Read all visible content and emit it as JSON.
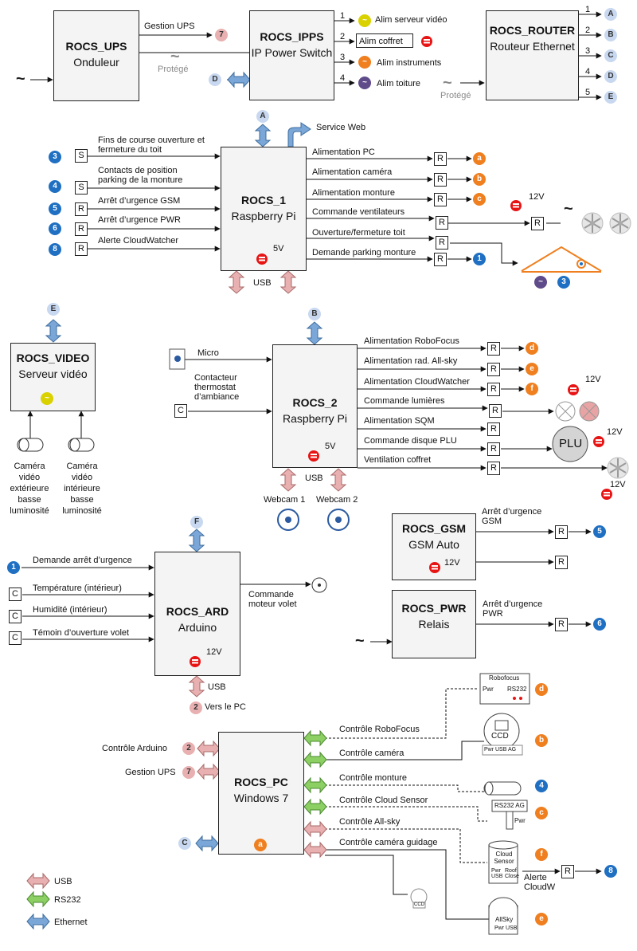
{
  "boxes": {
    "ups": {
      "title": "ROCS_UPS",
      "sub": "Onduleur"
    },
    "ipps": {
      "title": "ROCS_IPPS",
      "sub": "IP Power Switch"
    },
    "router": {
      "title": "ROCS_ROUTER",
      "sub": "Routeur Ethernet"
    },
    "rocs1": {
      "title": "ROCS_1",
      "sub": "Raspberry Pi"
    },
    "video": {
      "title": "ROCS_VIDEO",
      "sub": "Serveur vidéo"
    },
    "rocs2": {
      "title": "ROCS_2",
      "sub": "Raspberry Pi"
    },
    "gsm": {
      "title": "ROCS_GSM",
      "sub": "GSM Auto"
    },
    "pwr": {
      "title": "ROCS_PWR",
      "sub": "Relais"
    },
    "ard": {
      "title": "ROCS_ARD",
      "sub": "Arduino"
    },
    "pc": {
      "title": "ROCS_PC",
      "sub": "Windows 7"
    }
  },
  "ups": {
    "gestion": "Gestion UPS",
    "protege": "Protégé"
  },
  "ipps": {
    "outputs": [
      "Alim serveur vidéo",
      "Alim coffret",
      "Alim instruments",
      "Alim toiture"
    ],
    "numbers": [
      "1",
      "2",
      "3",
      "4"
    ]
  },
  "router": {
    "numbers": [
      "1",
      "2",
      "3",
      "4",
      "5"
    ],
    "ports": [
      "A",
      "B",
      "C",
      "D",
      "E"
    ],
    "protege": "Protégé"
  },
  "rocs1": {
    "service_web": "Service Web",
    "inputs": [
      "Fins de course ouverture et fermeture du toit",
      "Contacts de position parking de la monture",
      "Arrêt d’urgence GSM",
      "Arrêt d’urgence PWR",
      "Alerte CloudWatcher"
    ],
    "input_nums": [
      "3",
      "4",
      "5",
      "6",
      "8"
    ],
    "input_types": [
      "S",
      "S",
      "R",
      "R",
      "R"
    ],
    "outputs": [
      "Alimentation PC",
      "Alimentation caméra",
      "Alimentation monture",
      "Commande ventilateurs",
      "Ouverture/fermeture toit",
      "Demande parking monture"
    ],
    "out_badges": [
      "a",
      "b",
      "c",
      "1"
    ],
    "v5": "5V",
    "v12": "12V",
    "usb": "USB",
    "port": "A",
    "roof_num": "3"
  },
  "video": {
    "port": "E",
    "cam_ext": "Caméra vidéo extérieure basse luminosité",
    "cam_int": "Caméra vidéo intérieure basse luminosité"
  },
  "rocs2": {
    "port": "B",
    "micro": "Micro",
    "thermo": "Contacteur thermostat d’ambiance",
    "outputs": [
      "Alimentation RoboFocus",
      "Alimentation rad. All-sky",
      "Alimentation CloudWatcher",
      "Commande lumières",
      "Alimentation SQM",
      "Commande disque PLU",
      "Ventilation coffret"
    ],
    "out_badges": [
      "d",
      "e",
      "f"
    ],
    "v5": "5V",
    "v12": "12V",
    "usb": "USB",
    "webcam1": "Webcam 1",
    "webcam2": "Webcam 2",
    "plu": "PLU"
  },
  "gsm": {
    "out_label": "Arrêt d’urgence GSM",
    "v12": "12V",
    "badge": "5"
  },
  "pwr": {
    "out_label": "Arrêt d’urgence PWR",
    "badge": "6"
  },
  "ard": {
    "port": "F",
    "inputs": [
      "Demande arrêt d’urgence",
      "Température (intérieur)",
      "Humidité (intérieur)",
      "Témoin d’ouverture volet"
    ],
    "in_badge": "1",
    "motor": "Commande moteur volet",
    "v12": "12V",
    "usb": "USB",
    "vers_pc": "Vers le PC",
    "vers_num": "2"
  },
  "pc": {
    "left": [
      "Contrôle Arduino",
      "Gestion UPS"
    ],
    "left_nums": [
      "2",
      "7"
    ],
    "port": "C",
    "badge": "a",
    "links": [
      "Contrôle RoboFocus",
      "Contrôle caméra",
      "Contrôle monture",
      "Contrôle Cloud Sensor",
      "Contrôle All-sky",
      "Contrôle caméra guidage"
    ],
    "devices": {
      "robofocus": {
        "title": "Robofocus",
        "pwr": "Pwr",
        "rs": "RS232",
        "badge": "d"
      },
      "ccd": {
        "title": "CCD",
        "ports": "Pwr USB AG",
        "badge": "b"
      },
      "mount": {
        "ports": "RS232 AG",
        "pwr": "Pwr",
        "badge_a": "4",
        "badge_b": "c"
      },
      "cloud": {
        "title": "Cloud Sensor",
        "ports": "Pwr USB",
        "roof": "Roof Close",
        "badge": "f",
        "alert": "Alerte CloudW",
        "alert_badge": "8"
      },
      "allsky": {
        "title": "AllSky",
        "ports": "Pwr USB",
        "badge": "e"
      },
      "guide": {
        "title": "CCD"
      }
    }
  },
  "legend": [
    "USB",
    "RS232",
    "Ethernet"
  ],
  "symbols": {
    "R": "R",
    "C": "C"
  }
}
